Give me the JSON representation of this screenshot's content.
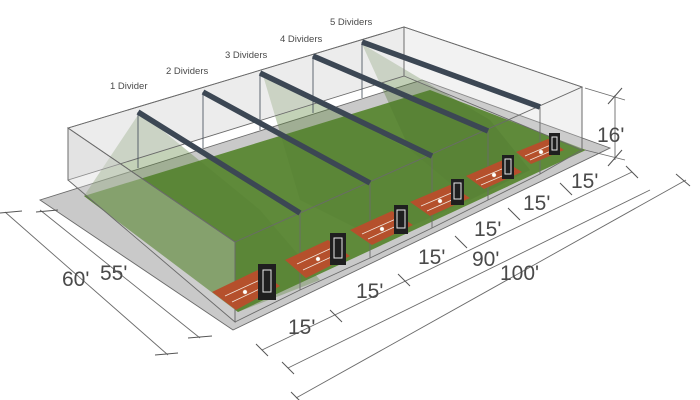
{
  "divider_labels": [
    "1 Divider",
    "2 Dividers",
    "3 Dividers",
    "4 Dividers",
    "5 Dividers"
  ],
  "dimensions": {
    "height": "16'",
    "lane_widths": [
      "15'",
      "15'",
      "15'",
      "15'",
      "15'",
      "15'"
    ],
    "inner_length": "90'",
    "outer_length": "100'",
    "outer_width": "60'",
    "inner_width": "55'"
  },
  "colors": {
    "turf": "#5f8a3a",
    "turf_dark": "#4f7830",
    "base_slab": "#c7c7c7",
    "mat": "#b5502c",
    "beam": "#3c4754",
    "frame": "#6a6a6a"
  },
  "icons": [
    "pitching-machine-icon"
  ]
}
